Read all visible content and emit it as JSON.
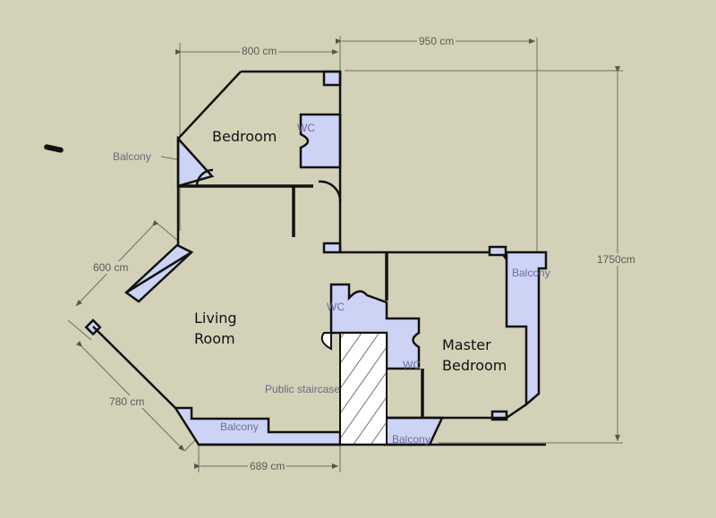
{
  "plan": {
    "colors": {
      "background": "#d4d1b9",
      "wall": "#111111",
      "fill": "#cdd3f5",
      "dimension_line": "#6e6e62"
    },
    "rooms": [
      {
        "id": "bedroom",
        "label": "Bedroom"
      },
      {
        "id": "living",
        "label_line1": "Living",
        "label_line2": "Room"
      },
      {
        "id": "master",
        "label_line1": "Master",
        "label_line2": "Bedroom"
      }
    ],
    "annotations": {
      "balcony_bedroom": "Balcony",
      "balcony_bottom": "Balcony",
      "balcony_bottom_right": "Balcony",
      "balcony_right": "Balcony",
      "wc_bedroom": "WC",
      "wc_center": "WC",
      "wc_master": "WC",
      "public_staircase": "Public staircase"
    },
    "dimensions": {
      "top_left": "800 cm",
      "top_right": "950 cm",
      "right_height": "1750cm",
      "left_upper_diag": "600 cm",
      "left_lower_diag": "780 cm",
      "bottom": "689 cm"
    }
  }
}
